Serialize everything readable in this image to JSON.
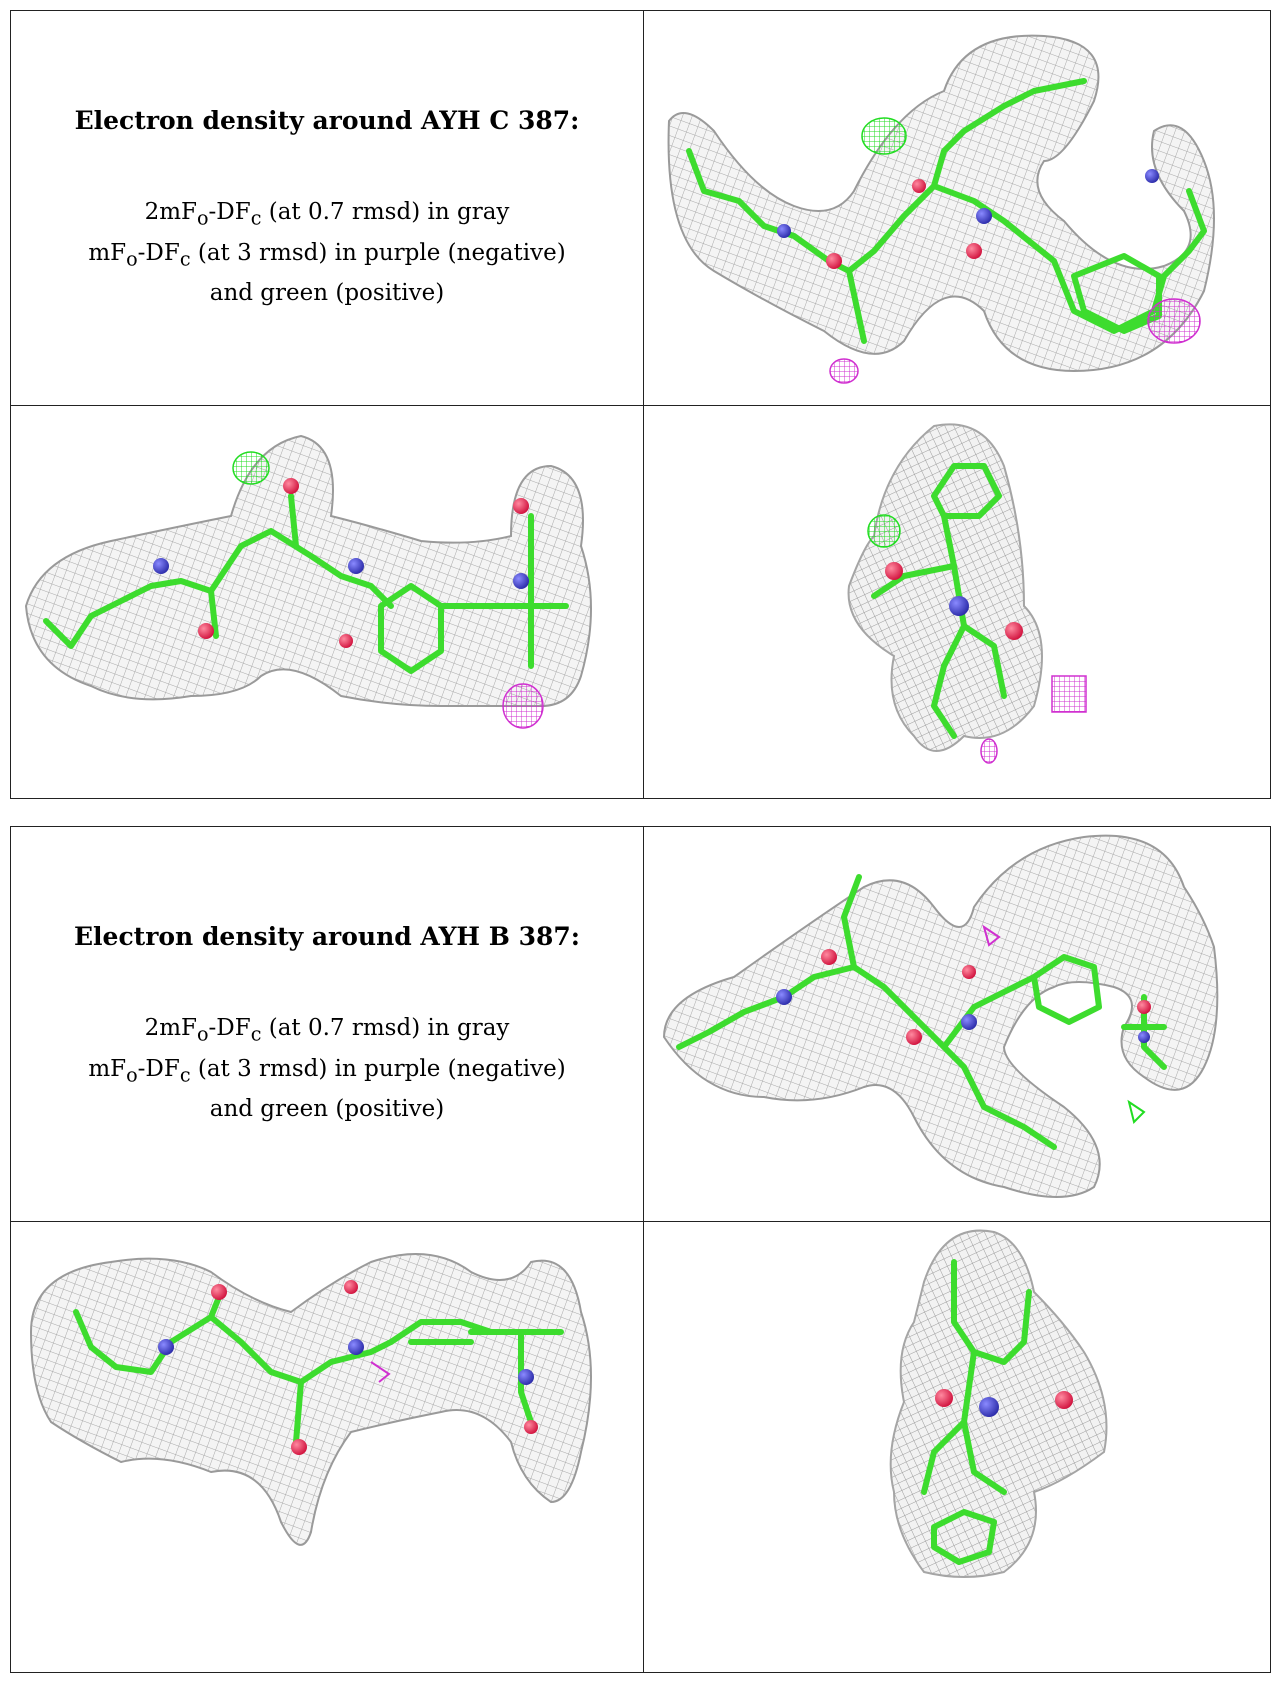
{
  "panels": [
    {
      "title": "Electron density around AYH C 387:",
      "lines": {
        "line1": {
          "pre": "2mF",
          "sub1": "o",
          "mid": "-DF",
          "sub2": "c",
          "post": " (at 0.7 rmsd) in gray"
        },
        "line2": {
          "pre": "mF",
          "sub1": "o",
          "mid": "-DF",
          "sub2": "c",
          "post": " (at 3 rmsd) in purple (negative)"
        },
        "line3": "and green (positive)"
      }
    },
    {
      "title": "Electron density around AYH B 387:",
      "lines": {
        "line1": {
          "pre": "2mF",
          "sub1": "o",
          "mid": "-DF",
          "sub2": "c",
          "post": " (at 0.7 rmsd) in gray"
        },
        "line2": {
          "pre": "mF",
          "sub1": "o",
          "mid": "-DF",
          "sub2": "c",
          "post": " (at 3 rmsd) in purple (negative)"
        },
        "line3": "and green (positive)"
      }
    }
  ],
  "colors": {
    "density_2fofc": "#9a9a9a",
    "negative": "#d030d0",
    "positive": "#22dd22",
    "carbon": "#3ddc2e",
    "nitrogen": "#3a3ad0",
    "oxygen": "#e0204a"
  }
}
